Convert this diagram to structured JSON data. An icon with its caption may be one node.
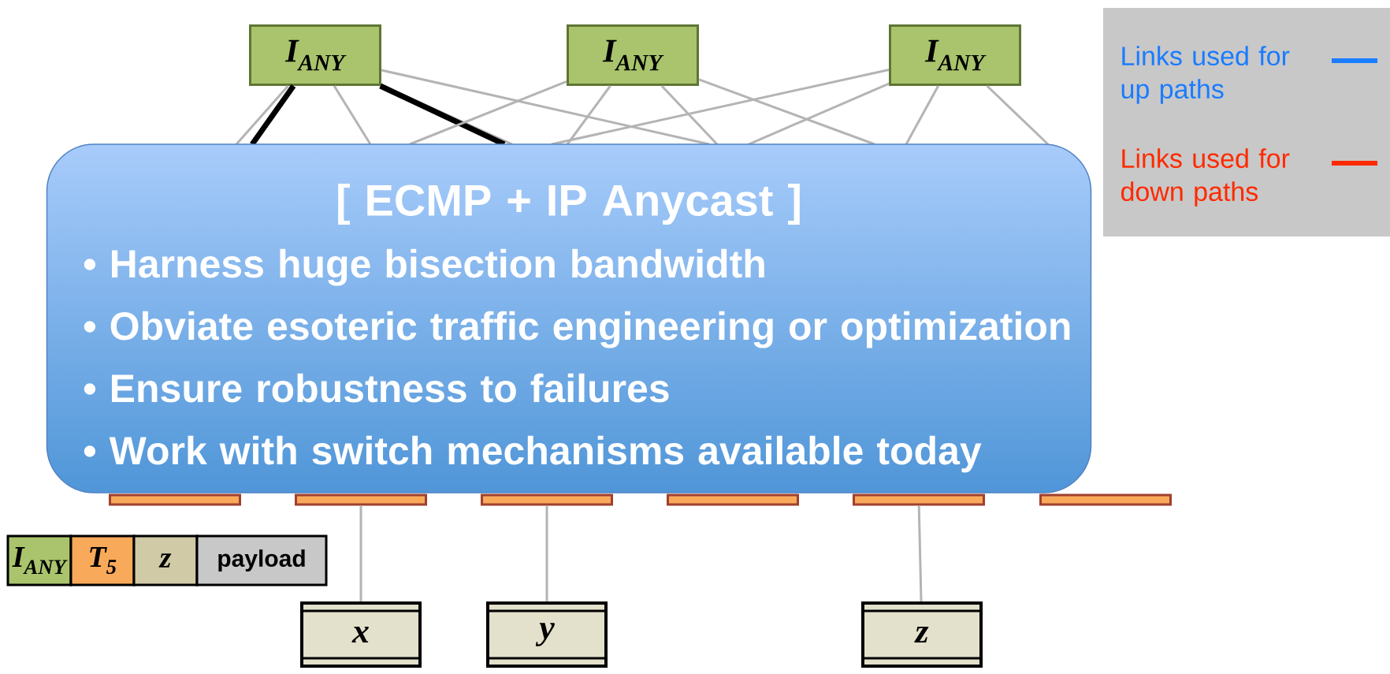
{
  "diagram": {
    "nodes": [
      {
        "text": [
          "I$_{ANY}$"
        ]
      },
      {
        "text": [
          "I$_{ANY}$"
        ]
      },
      {
        "text": [
          "I$_{ANY}$"
        ]
      },
      {
        "text": [
          "[ ECMP + IP Anycast ]",
          "• Harness huge bisection bandwidth",
          "• Obviate esoteric traffic engineering or optimization",
          "• Ensure robustness to failures",
          "• Work with switch mechanisms available today"
        ]
      },
      {
        "text": [],
        "shape": "box"
      },
      {
        "text": [],
        "shape": "box"
      },
      {
        "text": [],
        "shape": "box"
      },
      {
        "text": [],
        "shape": "box"
      },
      {
        "text": [],
        "shape": "box"
      },
      {
        "text": [],
        "shape": "box"
      },
      {
        "text": [
          "x"
        ]
      },
      {
        "text": [
          "y"
        ]
      },
      {
        "text": [
          "z"
        ]
      },
      {
        "text": [
          "I$_{ANY}$"
        ]
      },
      {
        "text": [
          "T$_{5}$"
        ]
      },
      {
        "text": [
          "z"
        ]
      },
      {
        "text": [
          "payload"
        ]
      }
    ],
    "edges": [
      {
        "from": 0,
        "to": 3,
        "arrow": "none"
      },
      {
        "from": 0,
        "to": 3,
        "arrow": "none"
      },
      {
        "from": 0,
        "to": 3,
        "arrow": "none"
      },
      {
        "from": 0,
        "to": 3,
        "arrow": "none"
      },
      {
        "from": 0,
        "to": 3,
        "arrow": "none",
        "style": "thick",
        "color": "#000000"
      },
      {
        "from": 0,
        "to": 3,
        "arrow": "none",
        "style": "thick",
        "color": "#000000"
      },
      {
        "from": 1,
        "to": 3,
        "arrow": "none"
      },
      {
        "from": 1,
        "to": 3,
        "arrow": "none"
      },
      {
        "from": 1,
        "to": 3,
        "arrow": "none"
      },
      {
        "from": 1,
        "to": 3,
        "arrow": "none"
      },
      {
        "from": 2,
        "to": 3,
        "arrow": "none"
      },
      {
        "from": 2,
        "to": 3,
        "arrow": "none"
      },
      {
        "from": 2,
        "to": 3,
        "arrow": "none"
      },
      {
        "from": 2,
        "to": 3,
        "arrow": "none"
      },
      {
        "from": 5,
        "to": 10,
        "arrow": "none"
      },
      {
        "from": 6,
        "to": 11,
        "arrow": "none"
      },
      {
        "from": 8,
        "to": 12,
        "arrow": "none"
      }
    ],
    "legend": [
      {
        "text": "Links used for up paths",
        "color": "#1a7cff"
      },
      {
        "text": "Links used for down paths",
        "color": "#ff2a00"
      }
    ]
  }
}
